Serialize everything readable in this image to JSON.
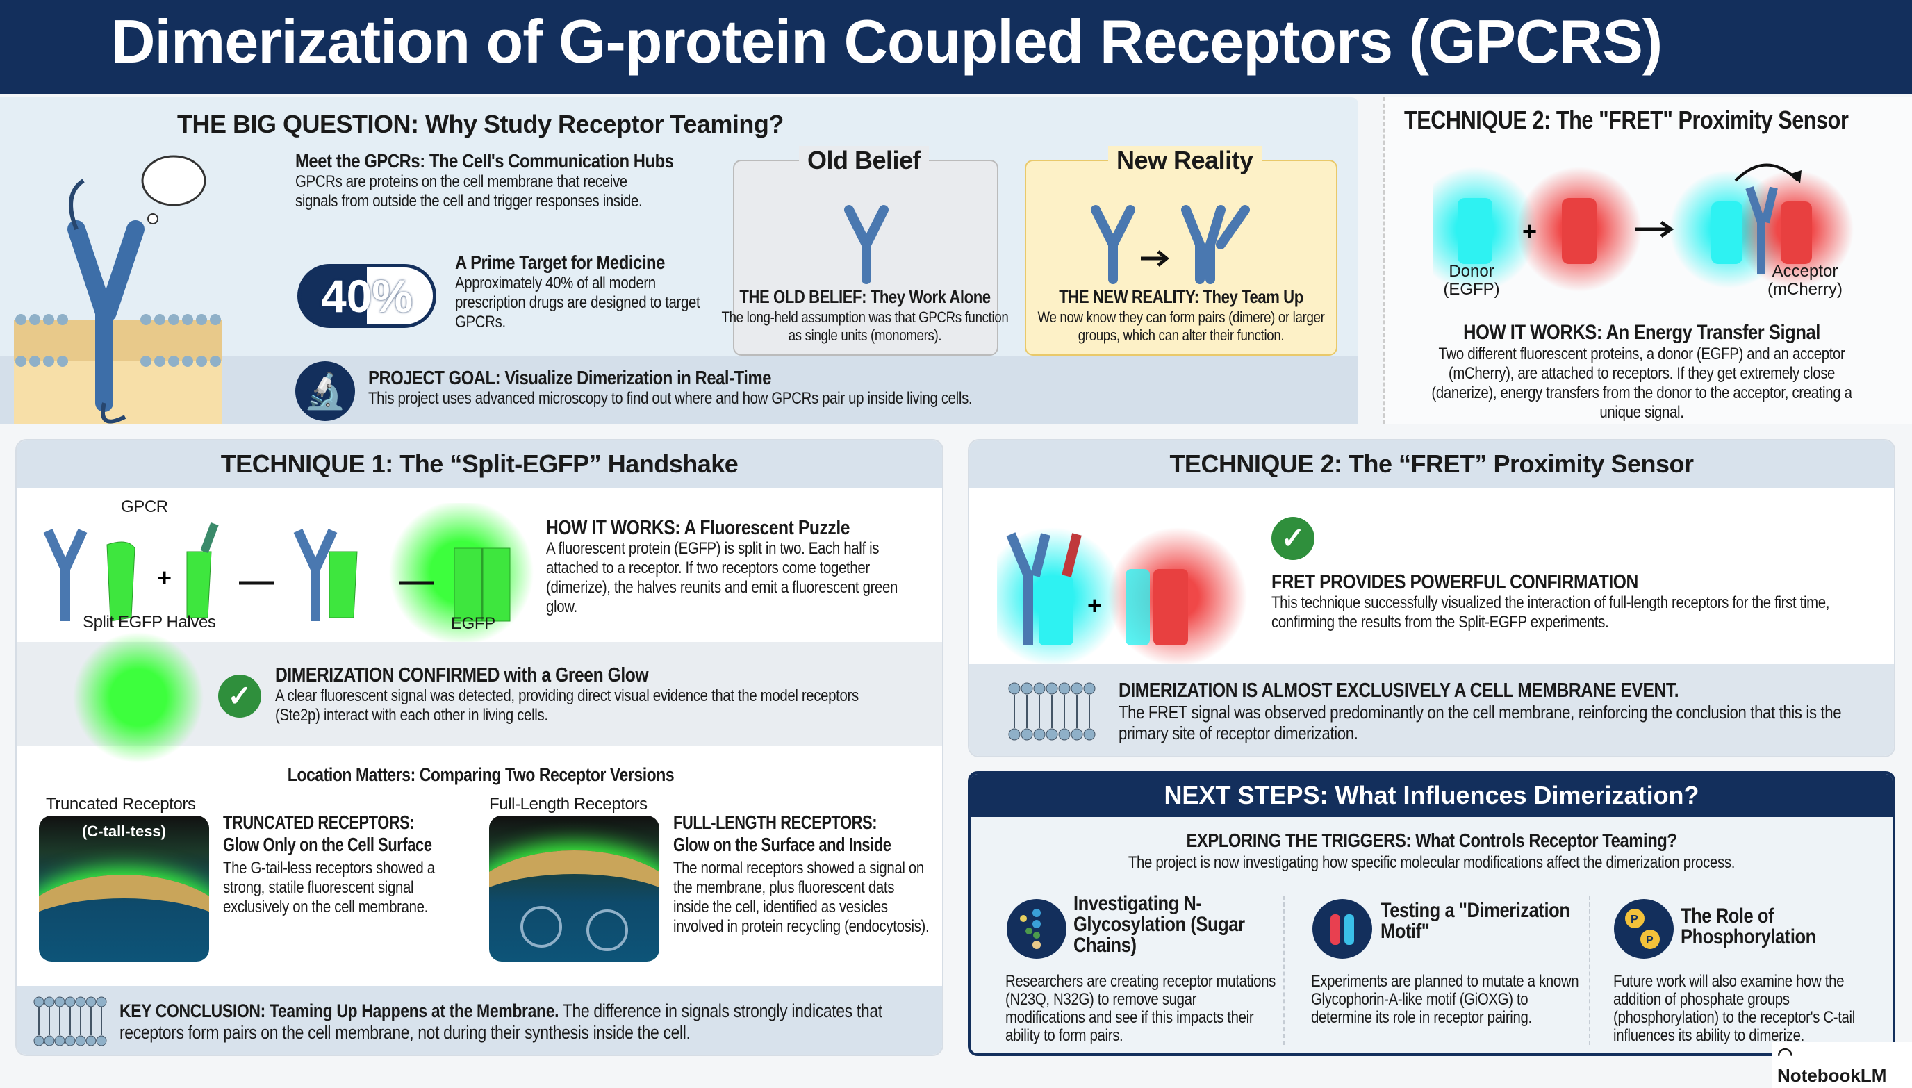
{
  "title": "Dimerization of G-protein Coupled Receptors (GPCRS)",
  "big_question": {
    "heading": "THE BIG QUESTION: Why Study Receptor Teaming?",
    "meet_heading": "Meet the GPCRs: The Cell's Communication Hubs",
    "meet_text": "GPCRs are proteins on the cell membrane that receive signals from outside the cell and trigger responses inside.",
    "stat": "40%",
    "prime_heading": "A Prime Target for Medicine",
    "prime_text": "Approximately 40% of all modern prescription drugs are designed to target GPCRs.",
    "old_tab": "Old Belief",
    "old_heading": "THE OLD BELIEF: They Work Alone",
    "old_text": "The long-held assumption was that GPCRs function as single units (monomers).",
    "new_tab": "New Reality",
    "new_heading": "THE NEW REALITY: They Team Up",
    "new_text": "We now know they can form pairs (dimere) or larger groups, which can alter their function.",
    "goal_heading": "PROJECT GOAL: Visualize Dimerization in Real-Time",
    "goal_text": "This project uses advanced microscopy to find out where and how GPCRs pair up inside living cells."
  },
  "fret_top": {
    "heading": "TECHNIQUE 2: The \"FRET\" Proximity Sensor",
    "donor": "Donor",
    "donor_sub": "(EGFP)",
    "acceptor": "Acceptor",
    "acceptor_sub": "(mCherry)",
    "how_heading": "HOW IT WORKS: An Energy Transfer Signal",
    "how_text": "Two different fluorescent proteins, a donor (EGFP) and an acceptor (mCherry), are attached to receptors. If they get extremely close (danerize), energy transfers from the donor to the acceptor, creating a unique signal."
  },
  "technique1": {
    "heading": "TECHNIQUE 1: The “Split-EGFP” Handshake",
    "label_gpcr": "GPCR",
    "label_halves": "Split EGFP Halves",
    "label_egfp": "EGFP",
    "how_heading": "HOW IT WORKS: A Fluorescent Puzzle",
    "how_text": "A fluorescent protein (EGFP) is split in two. Each half is attached to a receptor. If two receptors come together (dimerize), the halves reunits and emit a fluorescent green glow.",
    "confirm_heading": "DIMERIZATION CONFIRMED with a Green Glow",
    "confirm_text": "A clear fluorescent signal was detected, providing direct visual evidence that the model receptors (Ste2p) interact with each other in living cells.",
    "location_heading": "Location Matters: Comparing Two Receptor Versions",
    "truncated_label": "Truncated Receptors",
    "truncated_tag": "(C-tall-tess)",
    "truncated_heading": "TRUNCATED RECEPTORS:",
    "truncated_sub": "Glow Only on the Cell Surface",
    "truncated_text": "The G-tail-less receptors showed a strong, statile fluorescent signal exclusively on the cell membrane.",
    "full_label": "Full-Length Receptors",
    "full_heading": "FULL-LENGTH RECEPTORS:",
    "full_sub": "Glow on the Surface and Inside",
    "full_text": "The normal receptors showed a signal on the membrane, plus fluorescent dats inside the cell, identified as vesicles involved in protein recycling (endocytosis).",
    "key_heading": "KEY CONCLUSION: Teaming Up Happens at the Membrane.",
    "key_text": " The difference in signals strongly indicates that receptors form pairs on the cell membrane, not during their synthesis inside the cell."
  },
  "technique2": {
    "heading": "TECHNIQUE 2: The “FRET” Proximity Sensor",
    "confirm_heading": "FRET PROVIDES POWERFUL CONFIRMATION",
    "confirm_text": "This technique successfully visualized the interaction of full-length receptors for the first time, confirming the results from the Split-EGFP experiments.",
    "membrane_heading": "DIMERIZATION IS ALMOST EXCLUSIVELY A CELL MEMBRANE EVENT.",
    "membrane_text": "The FRET signal was observed predominantly on the cell membrane, reinforcing the conclusion that this is the primary site of receptor dimerization."
  },
  "next_steps": {
    "heading": "NEXT STEPS: What Influences Dimerization?",
    "sub_heading": "EXPLORING THE TRIGGERS: What Controls Receptor Teaming?",
    "sub_text": "The project is now investigating how specific molecular modifications affect the dimerization process.",
    "items": [
      {
        "title": "Investigating N-Glycosylation (Sugar Chains)",
        "text": "Researchers are creating receptor mutations (N23Q, N32G) to remove sugar modifications and see if this impacts their ability to form pairs.",
        "icon": "sugar-chain-icon"
      },
      {
        "title": "Testing a \"Dimerization Motif\"",
        "text": "Experiments are planned to mutate a known Glycophorin-A-like motif (GiOXG) to determine its role in receptor pairing.",
        "icon": "helix-pair-icon"
      },
      {
        "title": "The Role of Phosphorylation",
        "text": "Future work will also examine how the addition of phosphate groups (phosphorylation) to the receptor's C-tail influences its ability to dimerize.",
        "icon": "phosphate-icon",
        "icon_letter": "P"
      }
    ]
  },
  "watermark": "NotebookLM",
  "colors": {
    "navy": "#132f5c",
    "receptor_blue": "#4a78b0",
    "egfp_green": "#3dff3d",
    "cyan": "#2ef2f2",
    "red": "#f04848",
    "check_green": "#2f8f3c"
  }
}
